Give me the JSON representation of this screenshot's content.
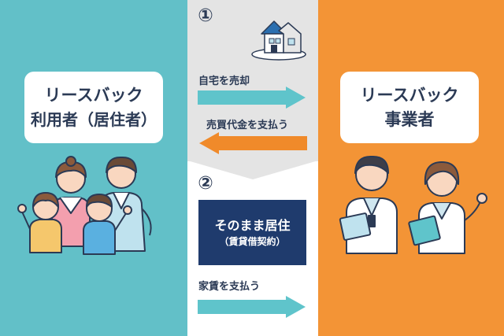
{
  "left_party": {
    "line1": "リースバック",
    "line2": "利用者（居住者）"
  },
  "right_party": {
    "line1": "リースバック",
    "line2": "事業者"
  },
  "step1": {
    "number": "①",
    "flow_to_business": "自宅を売却",
    "flow_to_user": "売買代金を支払う"
  },
  "step2": {
    "number": "②",
    "box_main": "そのまま居住",
    "box_sub": "（賃貸借契約）",
    "flow_to_business": "家賃を支払う"
  },
  "colors": {
    "user_panel": "#62c0c8",
    "business_panel": "#f39436",
    "arrow_teal": "#5fc4cb",
    "arrow_orange": "#f08a2a",
    "navy": "#1f3b6d"
  }
}
